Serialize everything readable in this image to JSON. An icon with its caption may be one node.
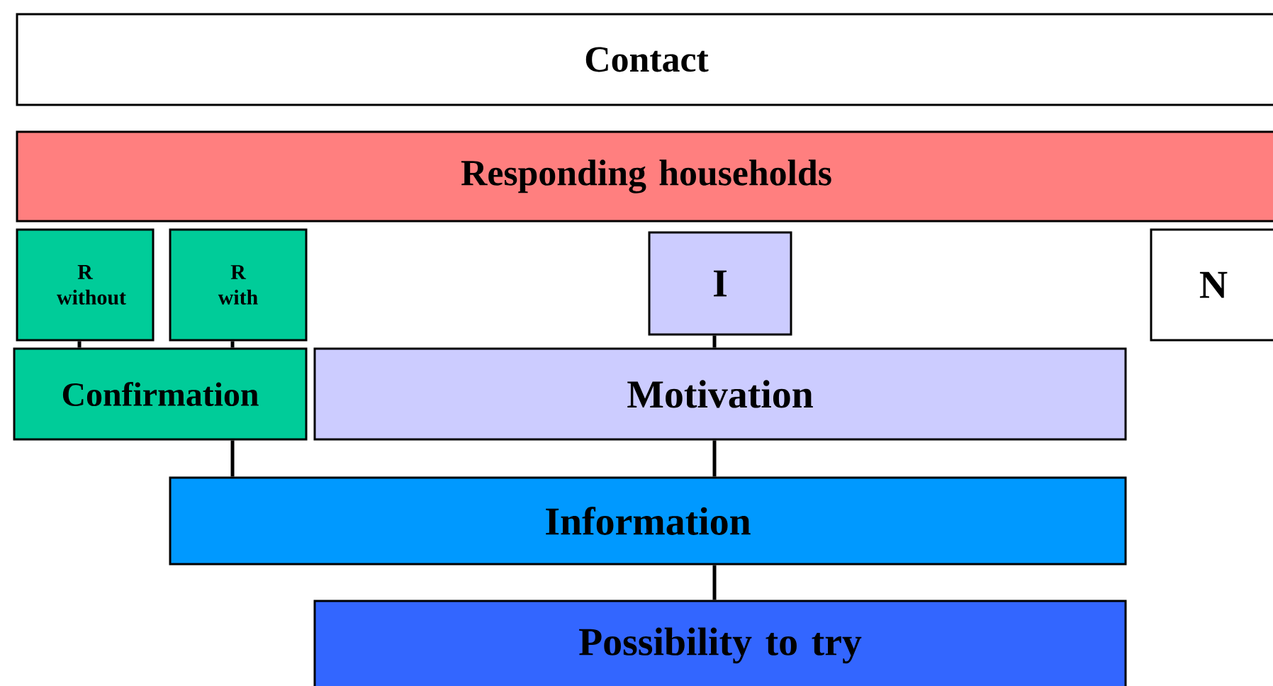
{
  "diagram": {
    "nodes": [
      {
        "text": [
          "Contact"
        ]
      },
      {
        "text": [
          "Responding households"
        ]
      },
      {
        "text": [
          "R without"
        ]
      },
      {
        "text": [
          "R with"
        ]
      },
      {
        "text": [
          "I"
        ]
      },
      {
        "text": [
          "N"
        ]
      },
      {
        "text": [
          "Confirmation"
        ]
      },
      {
        "text": [
          "Motivation"
        ]
      },
      {
        "text": [
          "Information"
        ]
      },
      {
        "text": [
          "Possibility to try"
        ]
      }
    ],
    "edges": [
      {
        "from": 2,
        "to": 6,
        "arrow": "none"
      },
      {
        "from": 3,
        "to": 6,
        "arrow": "none"
      },
      {
        "from": 4,
        "to": 7,
        "arrow": "none"
      },
      {
        "from": 6,
        "to": 8,
        "arrow": "none"
      },
      {
        "from": 7,
        "to": 8,
        "arrow": "none"
      },
      {
        "from": 8,
        "to": 9,
        "arrow": "none"
      }
    ]
  }
}
